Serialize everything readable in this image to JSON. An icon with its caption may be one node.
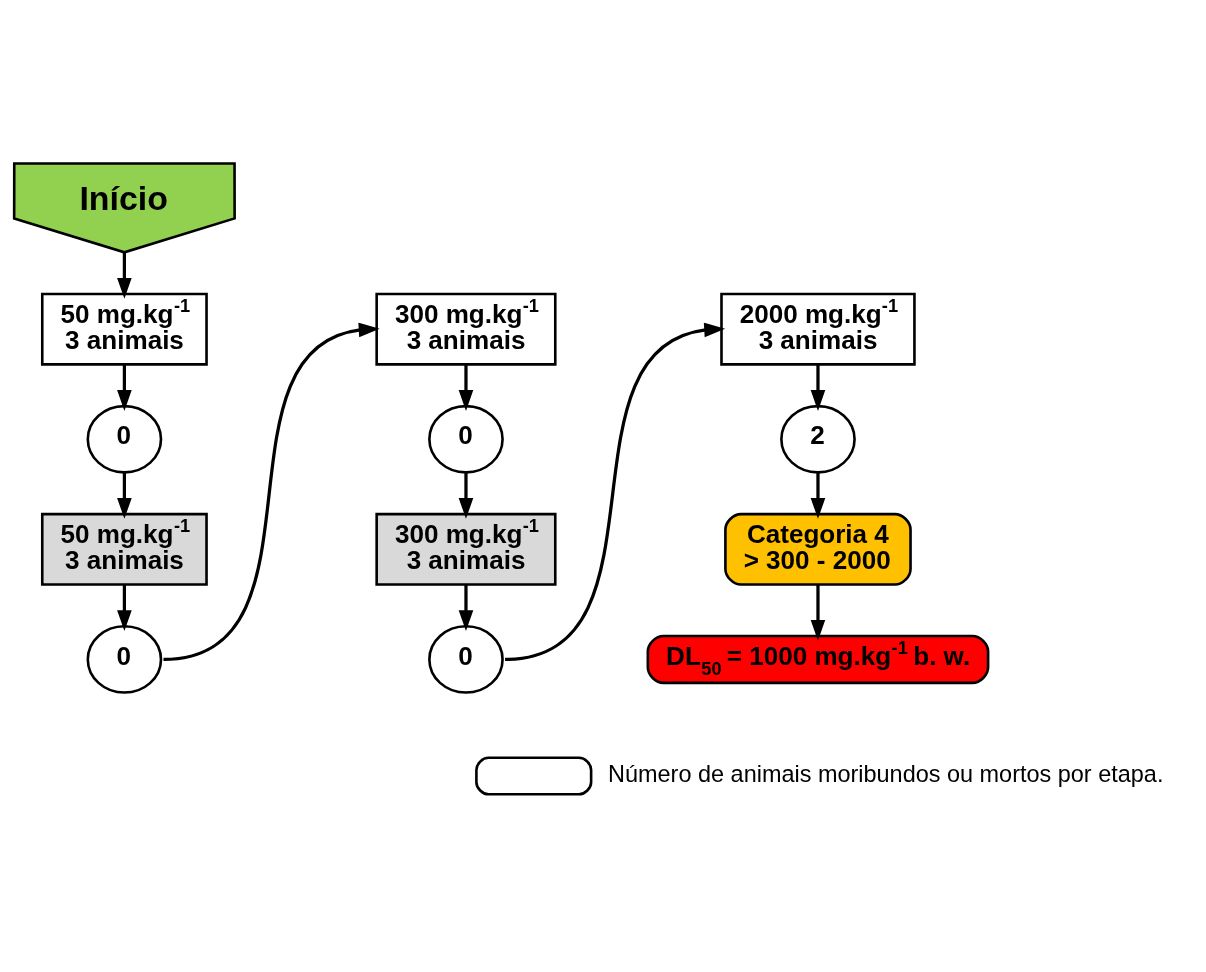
{
  "diagram": {
    "nodes": [
      {
        "text": [
          "Início"
        ]
      },
      {
        "text": [
          "50 mg.kg$^{-1}$",
          "3 animais"
        ]
      },
      {
        "text": [
          "0"
        ]
      },
      {
        "text": [
          "50 mg.kg$^{-1}$",
          "3 animais"
        ]
      },
      {
        "text": [
          "0"
        ]
      },
      {
        "text": [
          "300 mg.kg$^{-1}$",
          "3 animais"
        ]
      },
      {
        "text": [
          "0"
        ]
      },
      {
        "text": [
          "300 mg.kg$^{-1}$",
          "3 animais"
        ]
      },
      {
        "text": [
          "0"
        ]
      },
      {
        "text": [
          "2000 mg.kg$^{-1}$",
          "3 animais"
        ]
      },
      {
        "text": [
          "2"
        ]
      },
      {
        "text": [
          "Categoria 4",
          "> 300 - 2000"
        ]
      },
      {
        "text": [
          "DL$_{50}$ = 1000 mg.kg$^{-1}$ b. w."
        ]
      }
    ],
    "edges": [
      {
        "from": 0,
        "to": 1,
        "arrow": "to"
      },
      {
        "from": 1,
        "to": 2,
        "arrow": "to"
      },
      {
        "from": 2,
        "to": 3,
        "arrow": "to"
      },
      {
        "from": 3,
        "to": 4,
        "arrow": "to"
      },
      {
        "from": 4,
        "to": 5,
        "arrow": "to"
      },
      {
        "from": 5,
        "to": 6,
        "arrow": "to"
      },
      {
        "from": 6,
        "to": 7,
        "arrow": "to"
      },
      {
        "from": 7,
        "to": 8,
        "arrow": "to"
      },
      {
        "from": 8,
        "to": 9,
        "arrow": "to"
      },
      {
        "from": 9,
        "to": 10,
        "arrow": "to"
      },
      {
        "from": 10,
        "to": 11,
        "arrow": "to"
      },
      {
        "from": 11,
        "to": 12,
        "arrow": "to"
      }
    ],
    "legend": [
      {
        "text": "Número de animais moribundos ou mortos por etapa."
      }
    ]
  }
}
